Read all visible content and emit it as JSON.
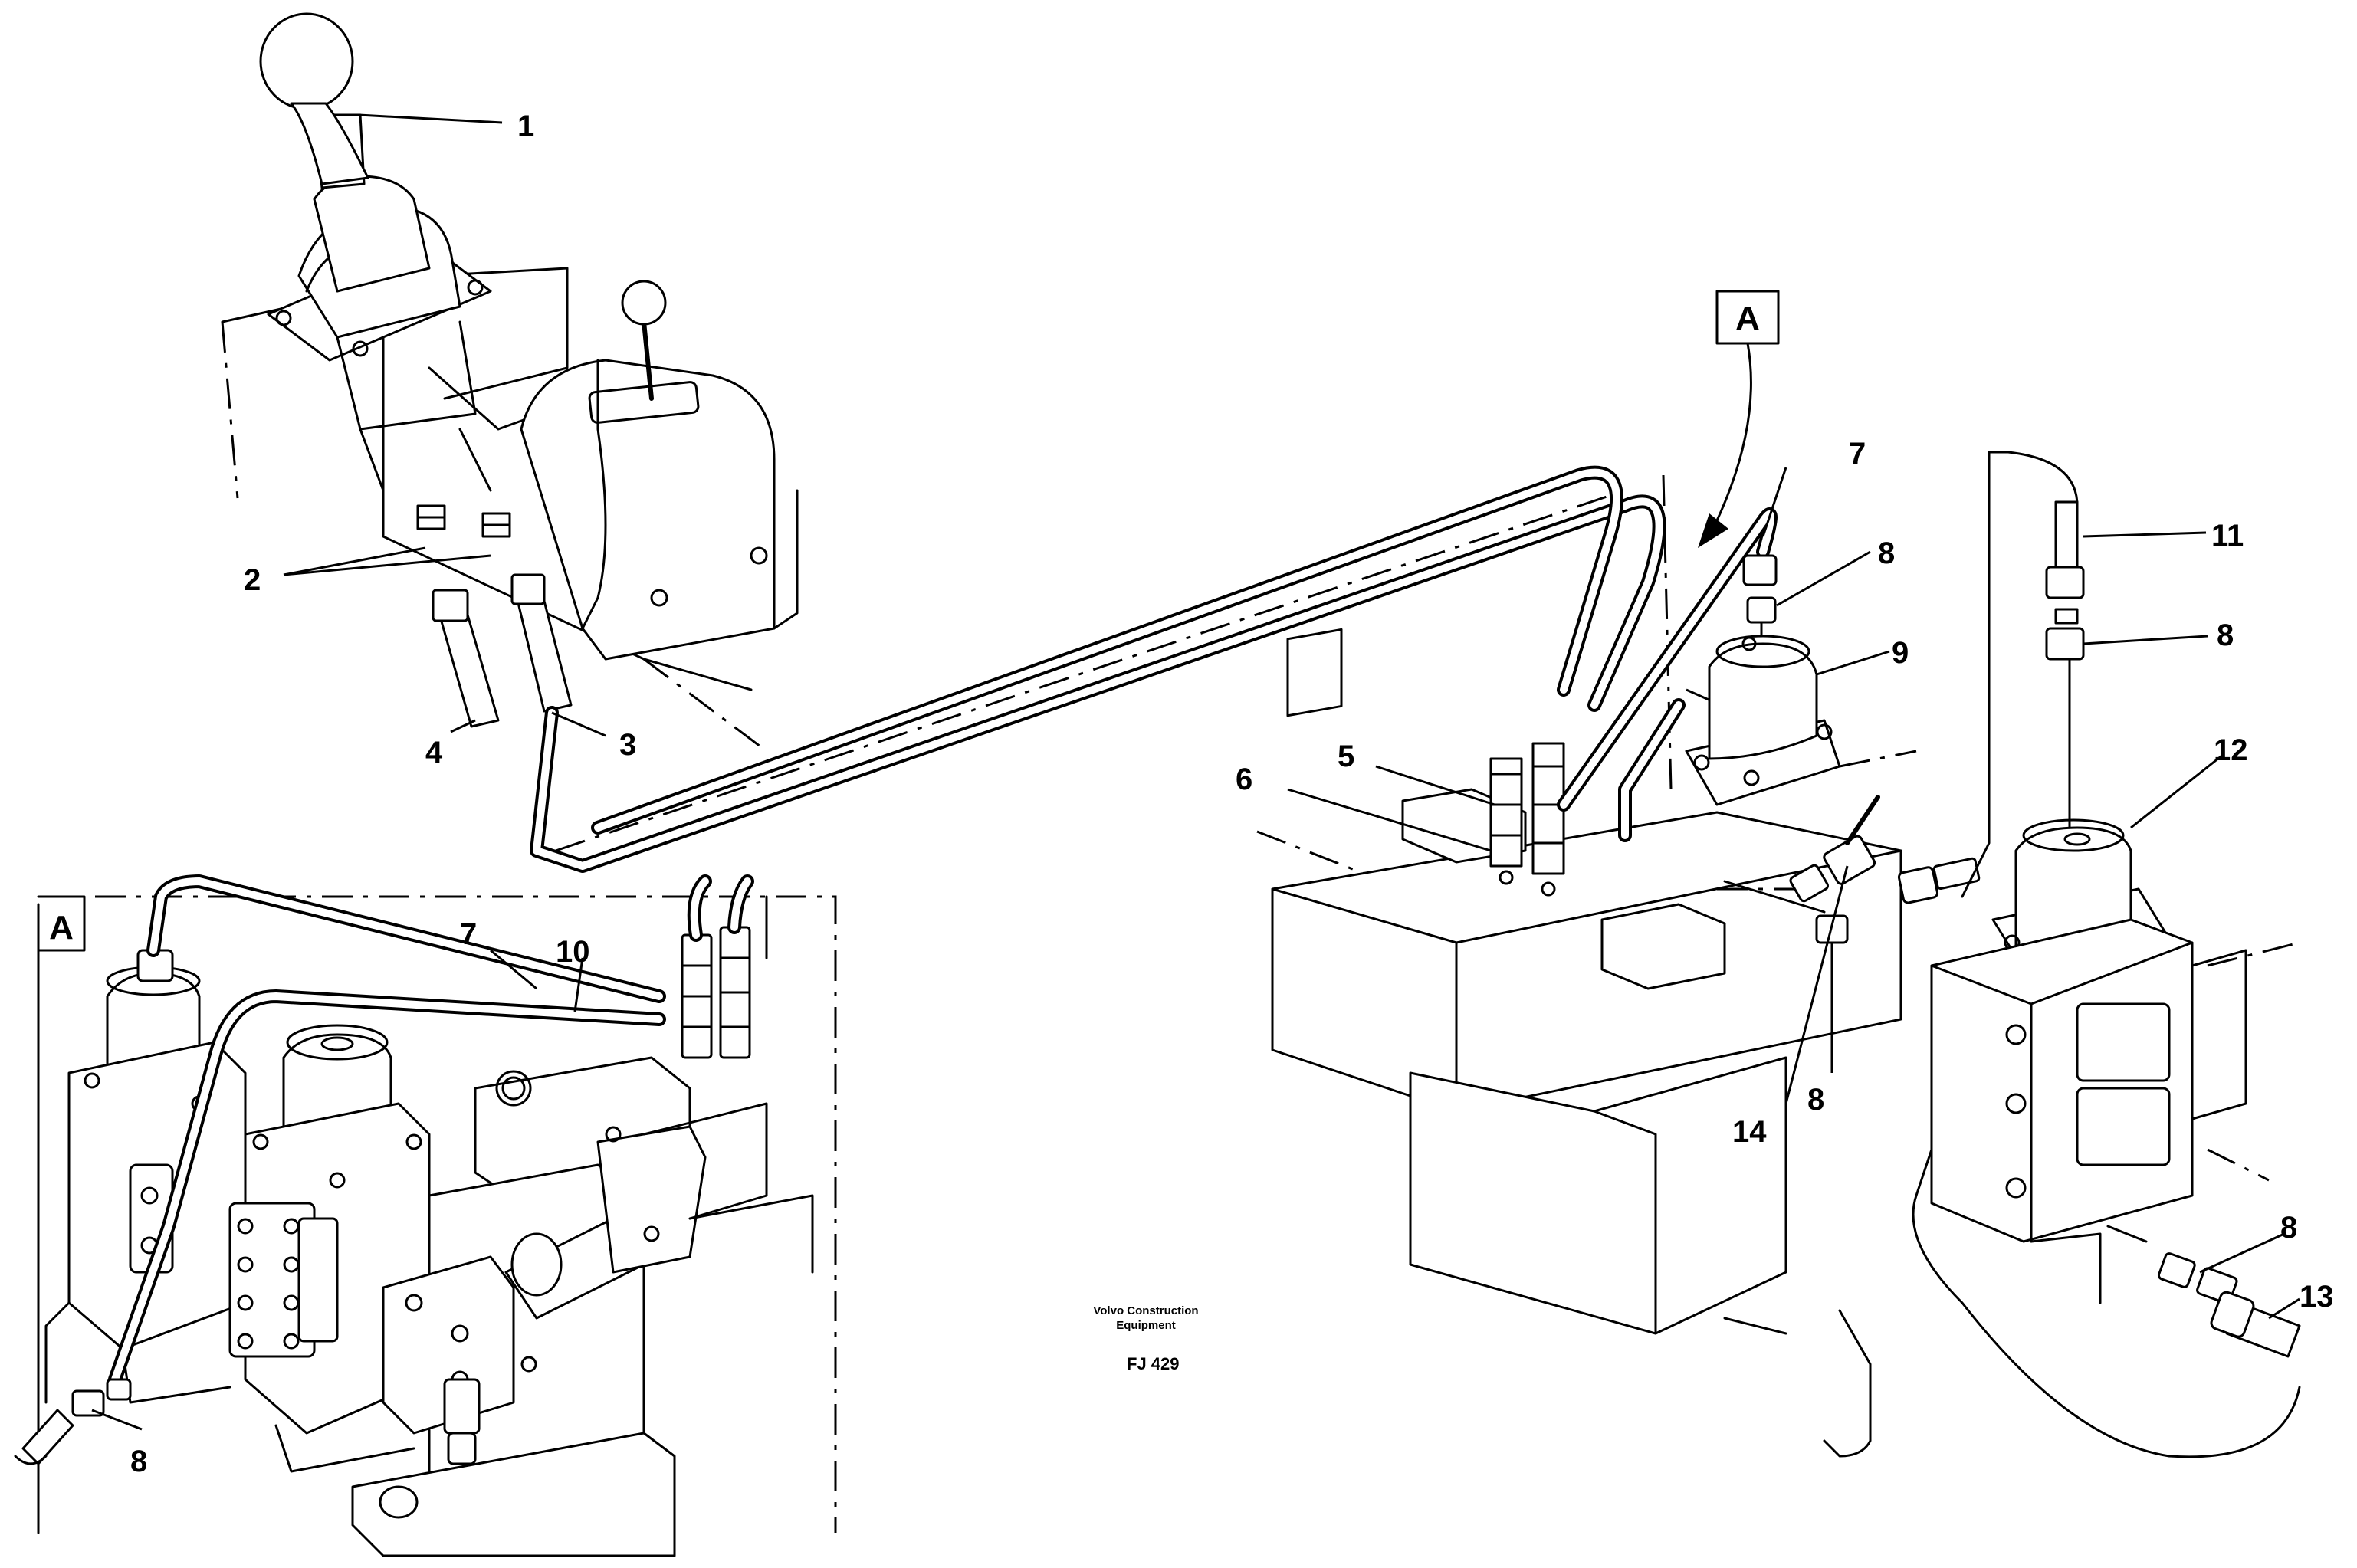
{
  "callouts": {
    "c1": "1",
    "c2": "2",
    "c3": "3",
    "c4": "4",
    "c5": "5",
    "c6": "6",
    "c7": "7",
    "c8_top": "8",
    "c9": "9",
    "c11": "11",
    "c8_right": "8",
    "c12": "12",
    "c14": "14",
    "c8_mid": "8",
    "c8_low": "8",
    "c13": "13",
    "c7_inset": "7",
    "c10_inset": "10",
    "c8_inset": "8"
  },
  "view_marker": "A",
  "inset_marker": "A",
  "brand_line1": "Volvo Construction",
  "brand_line2": "Equipment",
  "figure_code": "FJ 429"
}
